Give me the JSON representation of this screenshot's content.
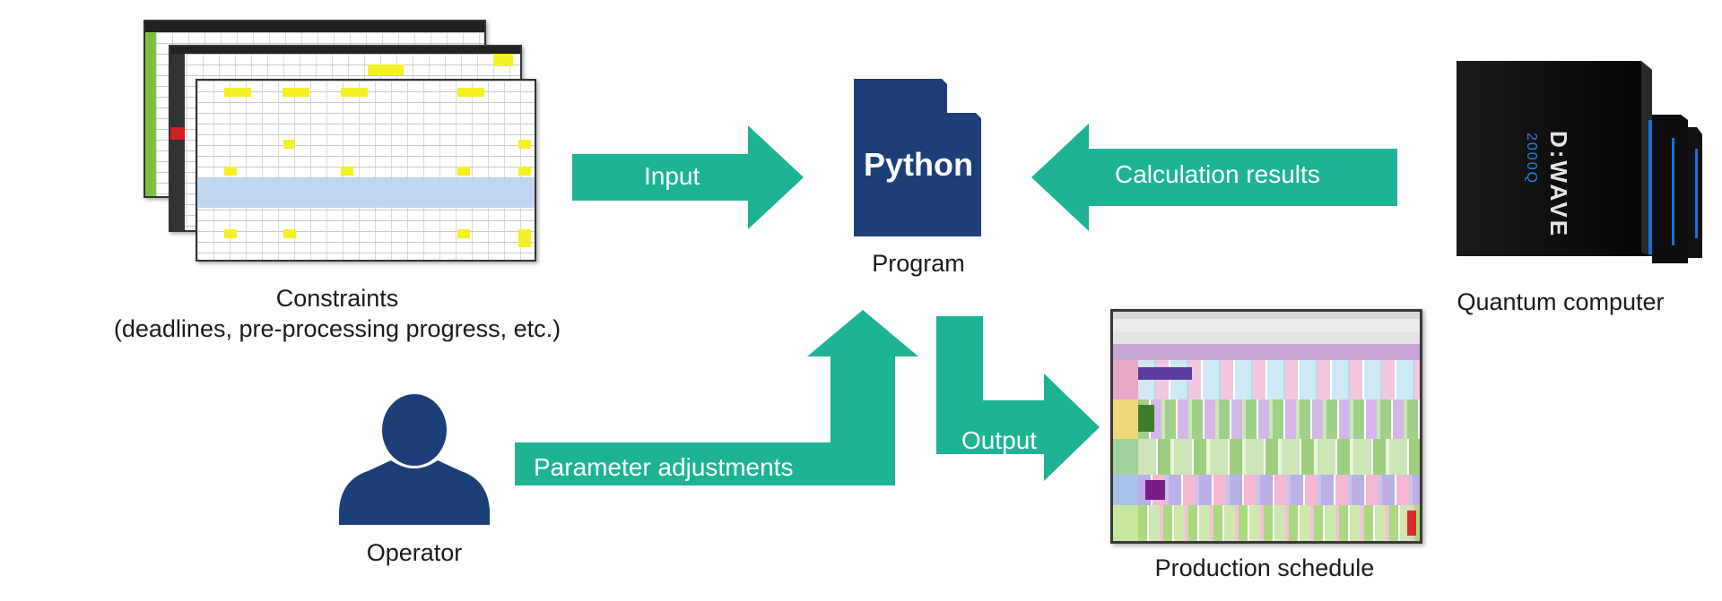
{
  "labels": {
    "constraints_line1": "Constraints",
    "constraints_line2": "(deadlines, pre-processing progress, etc.)",
    "program": "Program",
    "python": "Python",
    "quantum_computer": "Quantum computer",
    "operator": "Operator",
    "production_schedule": "Production schedule",
    "dwave_brand": "D:WAVE",
    "dwave_model": "2000Q"
  },
  "arrows": {
    "input": "Input",
    "calculation_results": "Calculation results",
    "parameter_adjustments": "Parameter adjustments",
    "output": "Output"
  },
  "colors": {
    "arrow": "#1db394",
    "python_box": "#1c3f78",
    "operator_icon": "#1c3f78",
    "text": "#1a1a1a",
    "spreadsheet_highlight": "#f3f025",
    "spreadsheet_row_band": "#b9d3ee",
    "sheet_green": "#7dc142"
  },
  "icons": {
    "program": "python-file-icon",
    "operator": "person-icon",
    "quantum": "dwave-quantum-computer-icon",
    "constraints": "spreadsheet-stack-icon",
    "schedule": "gantt-schedule-screenshot-icon"
  }
}
